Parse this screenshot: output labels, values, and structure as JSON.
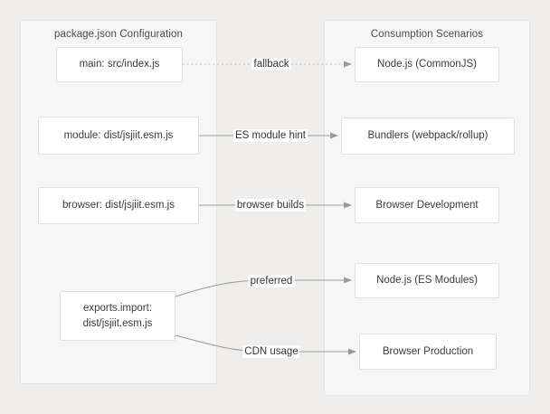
{
  "diagram": {
    "type": "flowchart",
    "direction": "left-to-right",
    "background_color": "#efeeec",
    "clusters": [
      {
        "id": "config",
        "title": "package.json Configuration"
      },
      {
        "id": "consumption",
        "title": "Consumption Scenarios"
      }
    ],
    "nodes": {
      "main": "main: src/index.js",
      "module": "module: dist/jsjiit.esm.js",
      "browser": "browser: dist/jsjiit.esm.js",
      "exports_line1": "exports.import:",
      "exports_line2": "dist/jsjiit.esm.js",
      "node_cjs": "Node.js (CommonJS)",
      "bundlers": "Bundlers (webpack/rollup)",
      "browser_dev": "Browser Development",
      "node_esm": "Node.js (ES Modules)",
      "browser_prod": "Browser Production"
    },
    "edges": [
      {
        "id": "edge-fallback",
        "label": "fallback",
        "from": "main",
        "to": "node_cjs",
        "style": "dotted"
      },
      {
        "id": "edge-es-module-hint",
        "label": "ES module hint",
        "from": "module",
        "to": "bundlers",
        "style": "solid"
      },
      {
        "id": "edge-browser-builds",
        "label": "browser builds",
        "from": "browser",
        "to": "browser_dev",
        "style": "solid"
      },
      {
        "id": "edge-preferred",
        "label": "preferred",
        "from": "exports",
        "to": "node_esm",
        "style": "solid"
      },
      {
        "id": "edge-cdn-usage",
        "label": "CDN usage",
        "from": "exports",
        "to": "browser_prod",
        "style": "solid"
      }
    ],
    "colors": {
      "node_fill": "#ffffff",
      "node_border": "#e0e0e0",
      "cluster_fill": "#f6f6f6",
      "cluster_border": "#e4e4e4",
      "edge_stroke": "#9a9a9a",
      "text": "#3b3b3b"
    }
  }
}
